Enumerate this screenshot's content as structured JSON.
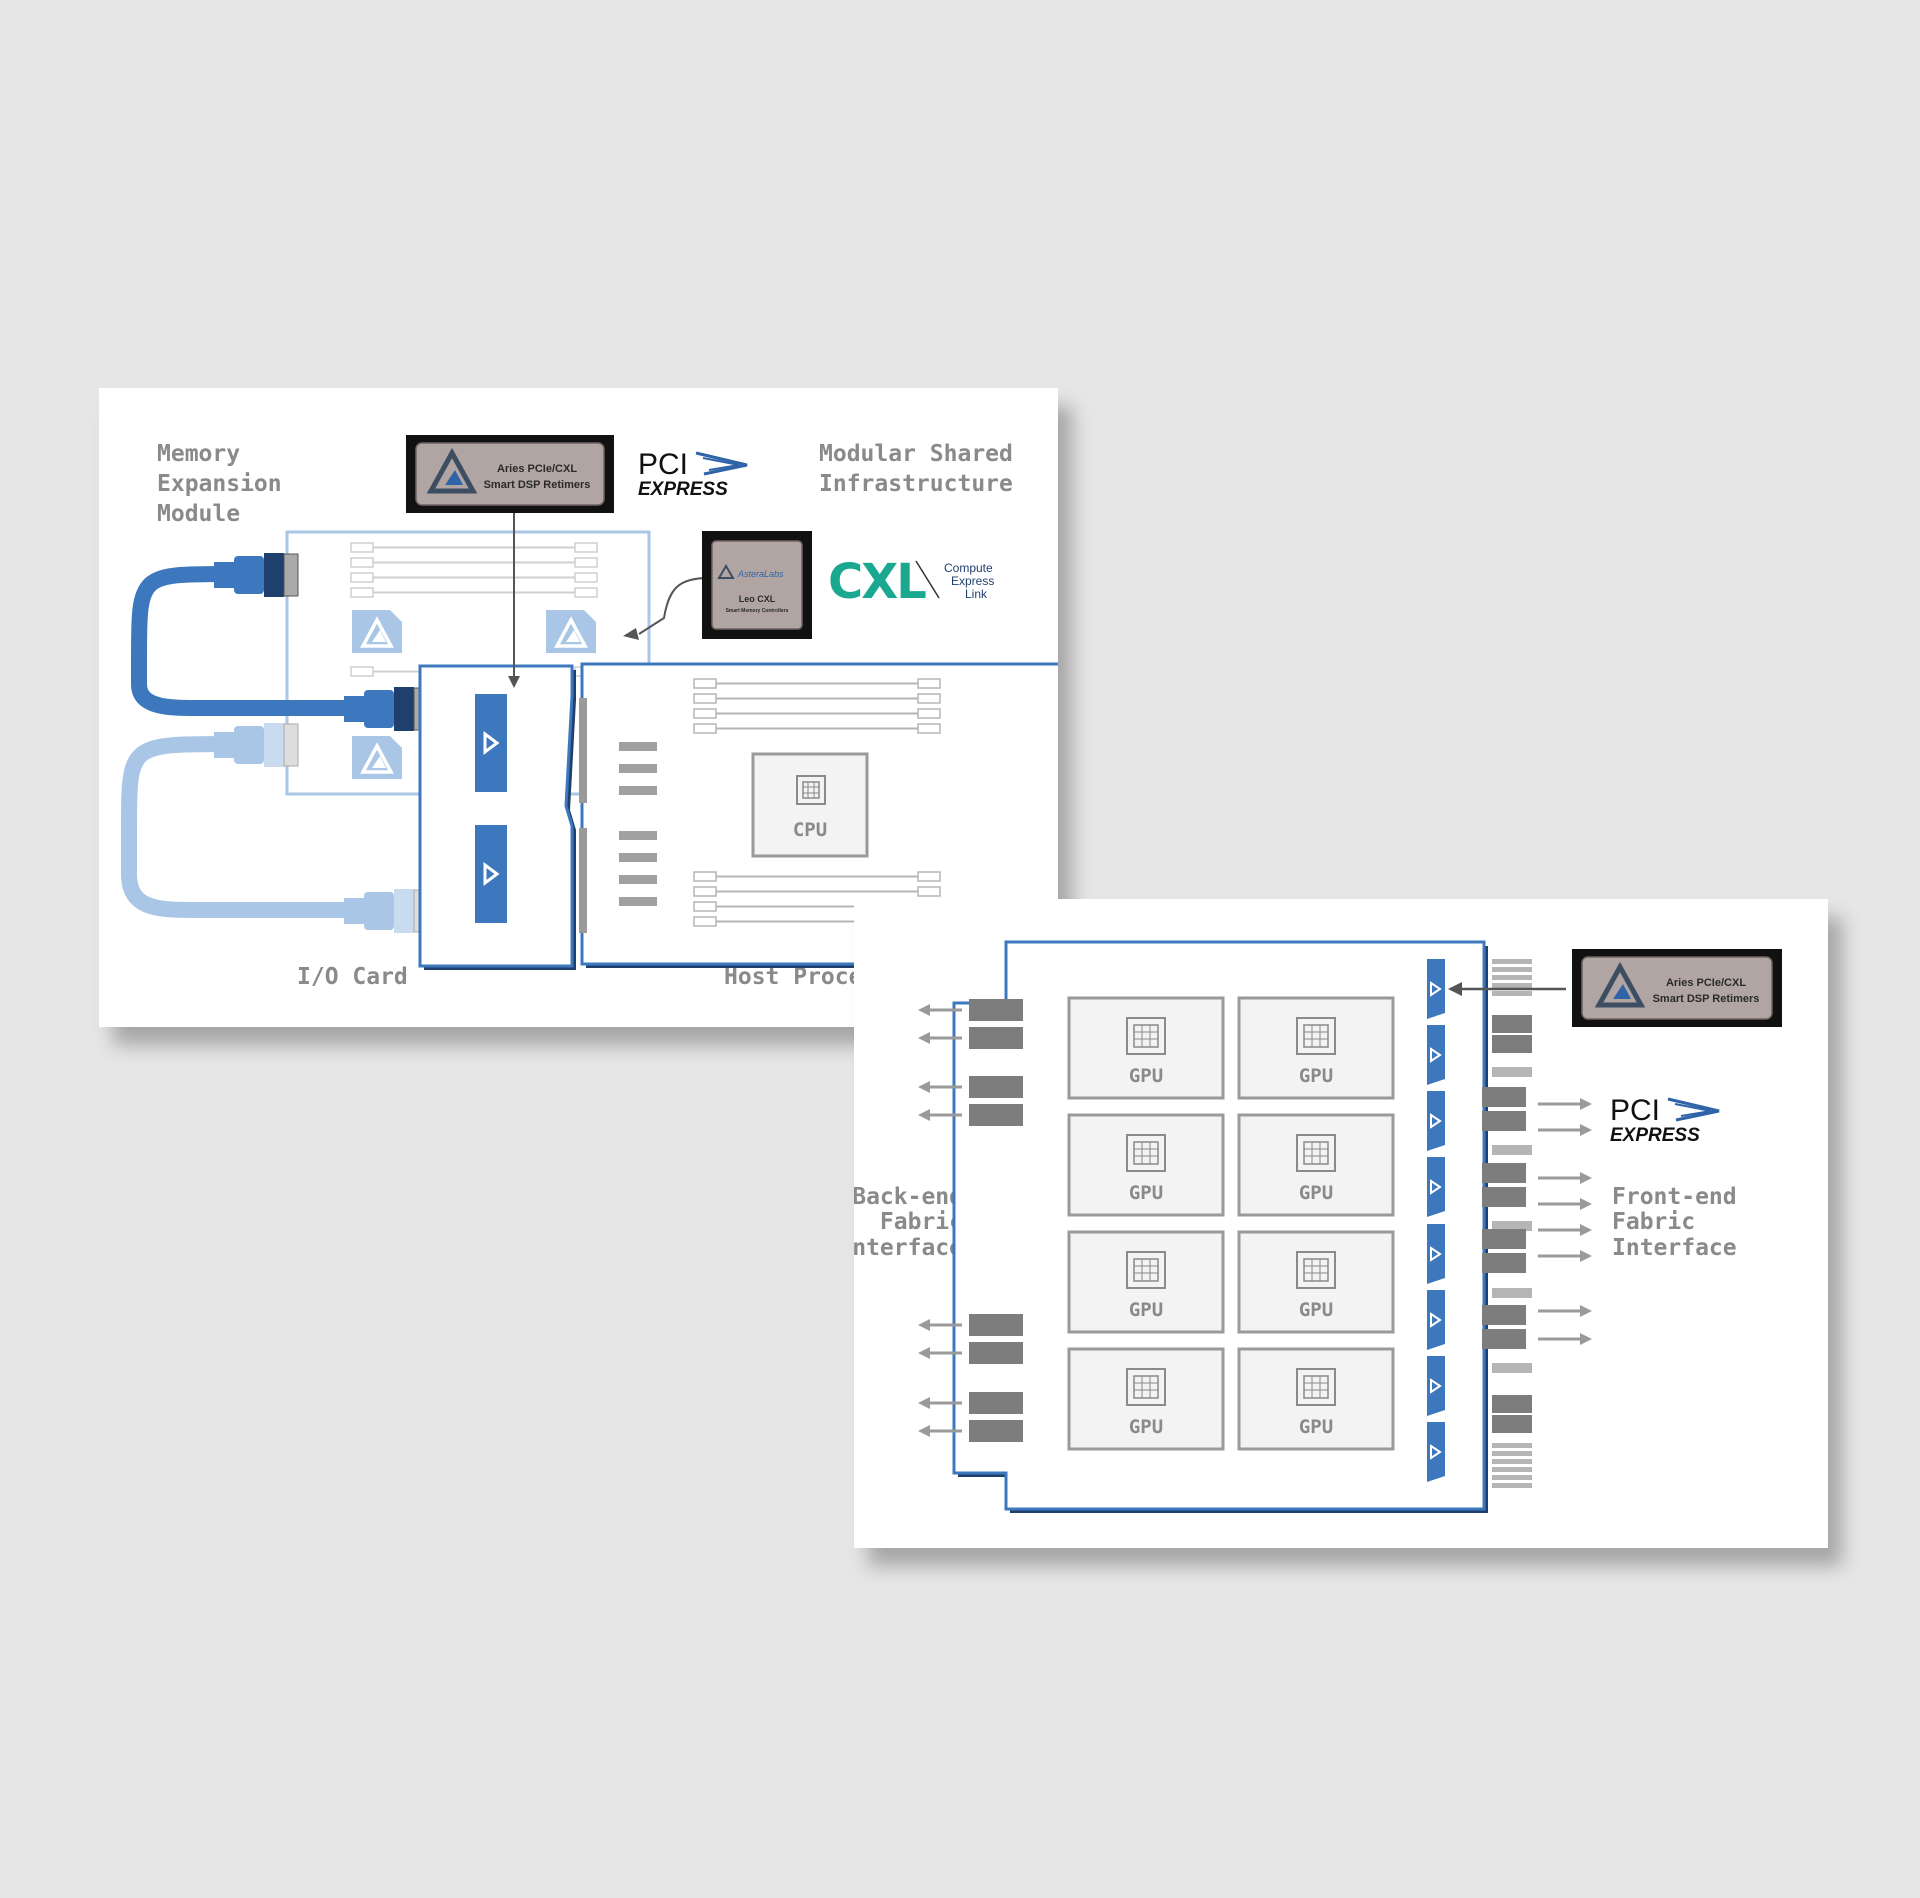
{
  "top_panel": {
    "memory_label": [
      "Memory",
      "Expansion",
      "Module"
    ],
    "shared_label": [
      "Modular Shared",
      "Infrastructure"
    ],
    "io_label": "I/O Card",
    "host_label": "Host Processor",
    "aries_chip": [
      "Aries PCIe/CXL",
      "Smart DSP Retimers"
    ],
    "leo_chip": {
      "brand": "AsteraLabs",
      "lines": [
        "Leo CXL",
        "Smart Memory Controllers"
      ]
    },
    "pci_logo": {
      "top": "PCI",
      "bottom": "EXPRESS"
    },
    "cxl_logo": {
      "mark": "CXL",
      "lines": [
        "Compute",
        "Express",
        "Link"
      ]
    },
    "cpu_label": "CPU"
  },
  "bottom_panel": {
    "backend_label": [
      "Back-end",
      "Fabric",
      "Interface"
    ],
    "frontend_label": [
      "Front-end",
      "Fabric",
      "Interface"
    ],
    "aries_chip": [
      "Aries PCIe/CXL",
      "Smart DSP Retimers"
    ],
    "pci_logo": {
      "top": "PCI",
      "bottom": "EXPRESS"
    },
    "gpus": [
      "GPU",
      "GPU",
      "GPU",
      "GPU",
      "GPU",
      "GPU",
      "GPU",
      "GPU"
    ]
  },
  "colors": {
    "blue": "#3d78be",
    "light_blue": "#a9c6e6",
    "navy": "#1f3f6d",
    "gray": "#7d7d7d",
    "chip_bg": "#b0a5a2",
    "cxl_green": "#1aa88f"
  }
}
